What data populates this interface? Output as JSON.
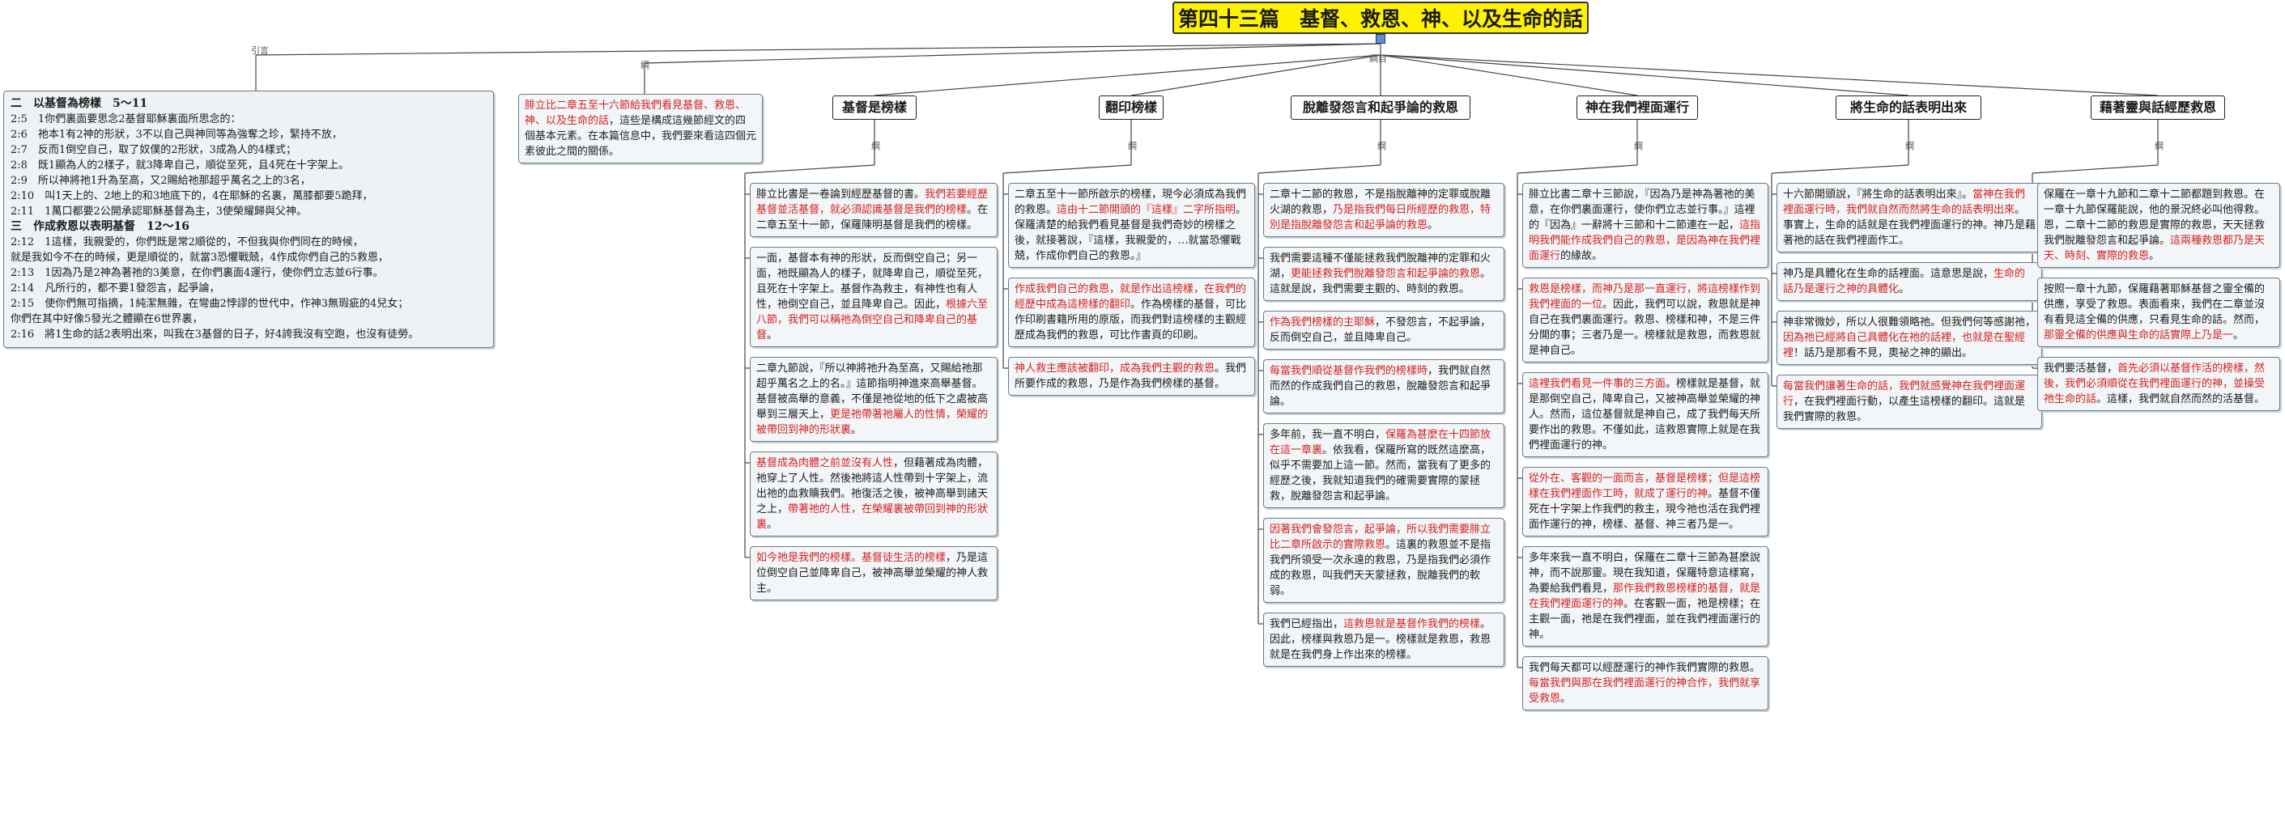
{
  "title": "第四十三篇　基督、救恩、神、以及生命的話",
  "labels": {
    "left": "引言",
    "mid": "綱",
    "right": "綱目"
  },
  "intro": {
    "lines": [
      {
        "t": "二　以基督為榜樣　5～11",
        "h": true
      },
      {
        "t": "2:5　1你們裏面要思念2基督耶穌裏面所思念的："
      },
      {
        "t": "2:6　祂本1有2神的形狀，3不以自己與神同等為強奪之珍，緊持不放，"
      },
      {
        "t": "2:7　反而1倒空自己，取了奴僕的2形狀，3成為人的4樣式；"
      },
      {
        "t": "2:8　既1顯為人的2樣子，就3降卑自己，順從至死，且4死在十字架上。"
      },
      {
        "t": "2:9　所以神將祂1升為至高，又2賜給祂那超乎萬名之上的3名，"
      },
      {
        "t": "2:10　叫1天上的、2地上的和3地底下的，4在耶穌的名裏，萬膝都要5跪拜，"
      },
      {
        "t": "2:11　1萬口都要2公開承認耶穌基督為主，3使榮耀歸與父神。"
      },
      {
        "t": "三　作成救恩以表明基督　12～16",
        "h": true
      },
      {
        "t": "2:12　1這樣，我親愛的，你們既是常2順從的，不但我與你們同在的時候，"
      },
      {
        "t": "就是我如今不在的時候，更是順從的，就當3恐懼戰兢，4作成你們自己的5救恩，"
      },
      {
        "t": "2:13　1因為乃是2神為著祂的3美意，在你們裏面4運行，使你們立志並6行事。"
      },
      {
        "t": "2:14　凡所行的，都不要1發怨言，起爭論，"
      },
      {
        "t": "2:15　使你們無可指摘，1純潔無雜，在彎曲2悖謬的世代中，作神3無瑕疵的4兒女；"
      },
      {
        "t": "你們在其中好像5發光之體顯在6世界裏，"
      },
      {
        "t": "2:16　將1生命的話2表明出來，叫我在3基督的日子，好4誇我沒有空跑，也沒有徒勞。"
      }
    ]
  },
  "summary": "腓立比二章五至十六節給我們看見基督、救恩、神、以及生命的話，這些是構成這幾節經文的四個基本元素。在本篇信息中，我們要來看這四個元素彼此之間的關係。",
  "columns": [
    {
      "header": "基督是榜樣",
      "notes": [
        [
          {
            "t": "腓立比書是一卷論到經歷基督的書。"
          },
          {
            "t": "我們若要經歷基督並活基督，就必須認識基督是我們的榜樣",
            "r": true
          },
          {
            "t": "。在二章五至十一節，保羅陳明基督是我們的榜樣。"
          }
        ],
        [
          {
            "t": "一面，基督本有神的形狀，反而倒空自己；另一面，祂既顯為人的樣子，就降卑自己，順從至死，且死在十字架上。基督作為救主，有神性也有人性，祂倒空自己，並且降卑自己。因此，"
          },
          {
            "t": "根據六至八節，我們可以稱祂為倒空自己和降卑自己的基督",
            "r": true
          },
          {
            "t": "。"
          }
        ],
        [
          {
            "t": "二章九節說，『所以神將祂升為至高，又賜給祂那超乎萬名之上的名。』這節指明神進來高舉基督。基督被高舉的意義，不僅是祂從地的低下之處被高舉到三層天上，"
          },
          {
            "t": "更是祂帶著祂屬人的性情，榮耀的被帶回到神的形狀裏",
            "r": true
          },
          {
            "t": "。"
          }
        ],
        [
          {
            "t": "基督成為肉體之前並沒有人性",
            "r": true
          },
          {
            "t": "，但藉著成為肉體，祂穿上了人性。然後祂將這人性帶到十字架上，流出祂的血救贖我們。祂復活之後，被神高舉到諸天之上，"
          },
          {
            "t": "帶著祂的人性，在榮耀裏被帶回到神的形狀裏",
            "r": true
          },
          {
            "t": "。"
          }
        ],
        [
          {
            "t": "如今祂是我們的榜樣。基督徒生活的榜樣",
            "r": true
          },
          {
            "t": "，乃是這位倒空自己並降卑自己，被神高舉並榮耀的神人救主。"
          }
        ]
      ]
    },
    {
      "header": "翻印榜樣",
      "notes": [
        [
          {
            "t": "二章五至十一節所啟示的榜樣，現今必須成為我們的救恩。"
          },
          {
            "t": "這由十二節開頭的『這樣』二字所指明",
            "r": true
          },
          {
            "t": "。保羅清楚的給我們看見基督是我們奇妙的榜樣之後，就接著說，『這樣，我親愛的，…就當恐懼戰兢，作成你們自己的救恩。』"
          }
        ],
        [
          {
            "t": "作成我們自己的救恩，就是作出這榜樣，在我們的經歷中成為這榜樣的翻印",
            "r": true
          },
          {
            "t": "。作為榜樣的基督，可比作印刷書籍所用的原版，而我們對這榜樣的主觀經歷成為我們的救恩，可比作書頁的印刷。"
          }
        ],
        [
          {
            "t": "神人救主應該被翻印，成為我們主觀的救恩",
            "r": true
          },
          {
            "t": "。我們所要作成的救恩，乃是作為我們榜樣的基督。"
          }
        ]
      ]
    },
    {
      "header": "脫離發怨言和起爭論的救恩",
      "notes": [
        [
          {
            "t": "二章十二節的救恩，不是指脫離神的定罪或脫離火湖的救恩，"
          },
          {
            "t": "乃是指我們每日所經歷的救恩，特別是指脫離發怨言和起爭論的救恩",
            "r": true
          },
          {
            "t": "。"
          }
        ],
        [
          {
            "t": "我們需要這種不僅能拯救我們脫離神的定罪和火湖，"
          },
          {
            "t": "更能拯救我們脫離發怨言和起爭論的救恩",
            "r": true
          },
          {
            "t": "。這就是說，我們需要主觀的、時刻的救恩。"
          }
        ],
        [
          {
            "t": "作為我們榜樣的主耶穌",
            "r": true
          },
          {
            "t": "，不發怨言，不起爭論，反而倒空自己，並且降卑自己。"
          }
        ],
        [
          {
            "t": "每當我們順從基督作我們的榜樣時",
            "r": true
          },
          {
            "t": "，我們就自然而然的作成我們自己的救恩，脫離發怨言和起爭論。"
          }
        ],
        [
          {
            "t": "多年前，我一直不明白，"
          },
          {
            "t": "保羅為甚麼在十四節放在這一章裏",
            "r": true
          },
          {
            "t": "。依我看，保羅所寫的既然這麼高，似乎不需要加上這一節。然而，當我有了更多的經歷之後，我就知道我們的確需要實際的蒙拯救，脫離發怨言和起爭論。"
          }
        ],
        [
          {
            "t": "因著我們會發怨言，起爭論，所以我們需要腓立比二章所啟示的實際救恩",
            "r": true
          },
          {
            "t": "。這裏的救恩並不是指我們所領受一次永遠的救恩，乃是指我們必須作成的救恩，叫我們天天蒙拯救，脫離我們的軟弱。"
          }
        ],
        [
          {
            "t": "我們已經指出，"
          },
          {
            "t": "這救恩就是基督作我們的榜樣",
            "r": true
          },
          {
            "t": "。因此，榜樣與救恩乃是一。榜樣就是救恩，救恩就是在我們身上作出來的榜樣。"
          }
        ]
      ]
    },
    {
      "header": "神在我們裡面運行",
      "notes": [
        [
          {
            "t": "腓立比書二章十三節說，『因為乃是神為著祂的美意，在你們裏面運行，使你們立志並行事。』這裡的『因為』一辭將十三節和十二節連在一起，"
          },
          {
            "t": "這指明我們能作成我們自己的救恩，是因為神在我們裡面運行",
            "r": true
          },
          {
            "t": "的緣故。"
          }
        ],
        [
          {
            "t": "救恩是榜樣，而神乃是那一直運行，將這榜樣作到我們裡面的一位",
            "r": true
          },
          {
            "t": "。因此，我們可以說，救恩就是神自己在我們裏面運行。救恩、榜樣和神，不是三件分開的事；三者乃是一。榜樣就是救恩，而救恩就是神自己。"
          }
        ],
        [
          {
            "t": "這裡我們看見一件事的三方面",
            "r": true
          },
          {
            "t": "。榜樣就是基督，就是那倒空自己，降卑自己，又被神高舉並榮耀的神人。然而，這位基督就是神自己，成了我們每天所要作出的救恩。不僅如此，這救恩實際上就是在我們裡面運行的神。"
          }
        ],
        [
          {
            "t": "從外在、客觀的一面而言，基督是榜樣；但是這榜樣在我們裡面作工時，就成了運行的神",
            "r": true
          },
          {
            "t": "。基督不僅死在十字架上作我們的救主，現今祂也活在我們裡面作運行的神，榜樣、基督、神三者乃是一。"
          }
        ],
        [
          {
            "t": "多年來我一直不明白，保羅在二章十三節為甚麼說神，而不說那靈。現在我知道，保羅特意這樣寫，為要給我們看見，"
          },
          {
            "t": "那作我們救恩榜樣的基督，就是在我們裡面運行的神",
            "r": true
          },
          {
            "t": "。在客觀一面，祂是榜樣；在主觀一面，祂是在我們裡面，並在我們裡面運行的神。"
          }
        ],
        [
          {
            "t": "我們每天都可以經歷運行的神作我們實際的救恩。"
          },
          {
            "t": "每當我們與那在我們裡面運行的神合作，我們就享受救恩",
            "r": true
          },
          {
            "t": "。"
          }
        ]
      ]
    },
    {
      "header": "將生命的話表明出來",
      "notes": [
        [
          {
            "t": "十六節開頭說，『將生命的話表明出來』。"
          },
          {
            "t": "當神在我們裡面運行時，我們就自然而然將生命的話表明出來",
            "r": true
          },
          {
            "t": "。事實上，生命的話就是在我們裡面運行的神。神乃是藉著祂的話在我們裡面作工。"
          }
        ],
        [
          {
            "t": "神乃是具體化在生命的話裡面。這意思是說，"
          },
          {
            "t": "生命的話乃是運行之神的具體化",
            "r": true
          },
          {
            "t": "。"
          }
        ],
        [
          {
            "t": "神非常微妙，所以人很難領略祂。但我們何等感謝祂，"
          },
          {
            "t": "因為祂已經將自己具體化在祂的話裡，也就是在聖經裡",
            "r": true
          },
          {
            "t": "！話乃是那看不見，奧祕之神的顯出。"
          }
        ],
        [
          {
            "t": "每當我們讓著生命的話，我們就感覺神在我們裡面運行",
            "r": true
          },
          {
            "t": "，在我們裡面行動，以產生這榜樣的翻印。這就是我們實際的救恩。"
          }
        ]
      ]
    },
    {
      "header": "藉著靈與話經歷救恩",
      "notes": [
        [
          {
            "t": "保羅在一章十九節和二章十二節都題到救恩。在一章十九節保羅能說，他的景況終必叫他得救。恩，二章十二節的救恩是實際的救恩，天天拯救我們脫離發怨言和起爭論。"
          },
          {
            "t": "這兩種救恩都乃是天天、時刻、實際的救恩",
            "r": true
          },
          {
            "t": "。"
          }
        ],
        [
          {
            "t": "按照一章十九節，保羅藉著耶穌基督之靈全備的供應，享受了救恩。表面看來，我們在二章並沒有看見這全備的供應，只看見生命的話。然而，"
          },
          {
            "t": "那靈全備的供應與生命的話實際上乃是一",
            "r": true
          },
          {
            "t": "。"
          }
        ],
        [
          {
            "t": "我們要活基督，"
          },
          {
            "t": "首先必須以基督作活的榜樣，然後，我們必須順從在我們裡面運行的神，並操受祂生命的話",
            "r": true
          },
          {
            "t": "。這樣，我們就自然而然的活基督。"
          }
        ]
      ]
    }
  ]
}
